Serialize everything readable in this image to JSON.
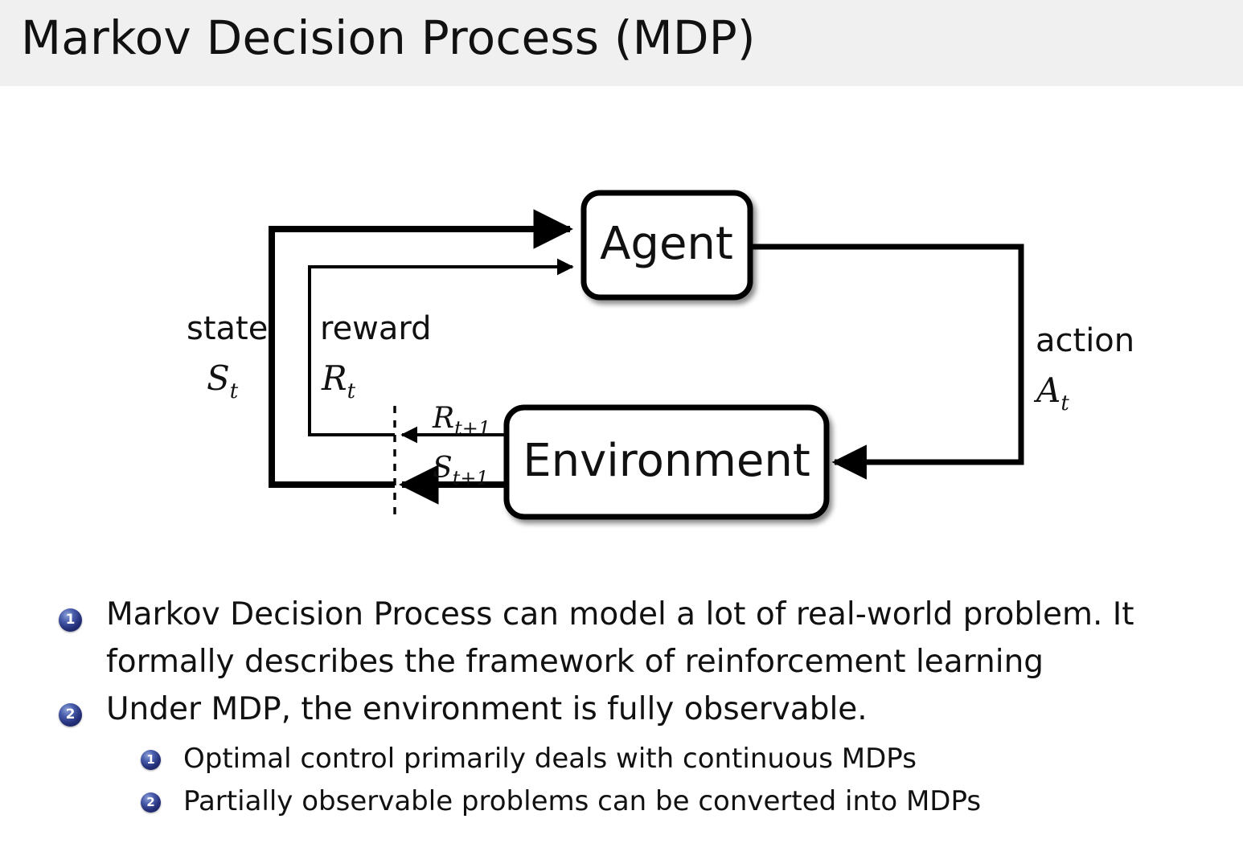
{
  "slide": {
    "title": "Markov Decision Process (MDP)",
    "header_bg": "#f0f0f0",
    "page_bg": "#ffffff",
    "text_color": "#111111",
    "bullet_badge_color": "#25307a"
  },
  "diagram": {
    "name": "agent-environment-interaction-loop",
    "nodes": {
      "agent": "Agent",
      "environment": "Environment"
    },
    "edge_labels": {
      "state_word": "state",
      "state_symbol": "S",
      "state_symbol_sub": "t",
      "reward_word": "reward",
      "reward_symbol": "R",
      "reward_symbol_sub": "t",
      "action_word": "action",
      "action_symbol": "A",
      "action_symbol_sub": "t",
      "reward_next": "R",
      "reward_next_sub": "t+1",
      "state_next": "S",
      "state_next_sub": "t+1"
    }
  },
  "bullets": [
    {
      "number": "1",
      "level": 1,
      "line1": "Markov Decision Process can model a lot of real-world problem. It",
      "line2": "formally describes the framework of reinforcement learning"
    },
    {
      "number": "2",
      "level": 1,
      "line1": "Under MDP, the environment is fully observable.",
      "line2": ""
    }
  ],
  "sub_bullets": [
    {
      "number": "1",
      "text": "Optimal control primarily deals with continuous MDPs"
    },
    {
      "number": "2",
      "text": "Partially observable problems can be converted into MDPs"
    }
  ]
}
